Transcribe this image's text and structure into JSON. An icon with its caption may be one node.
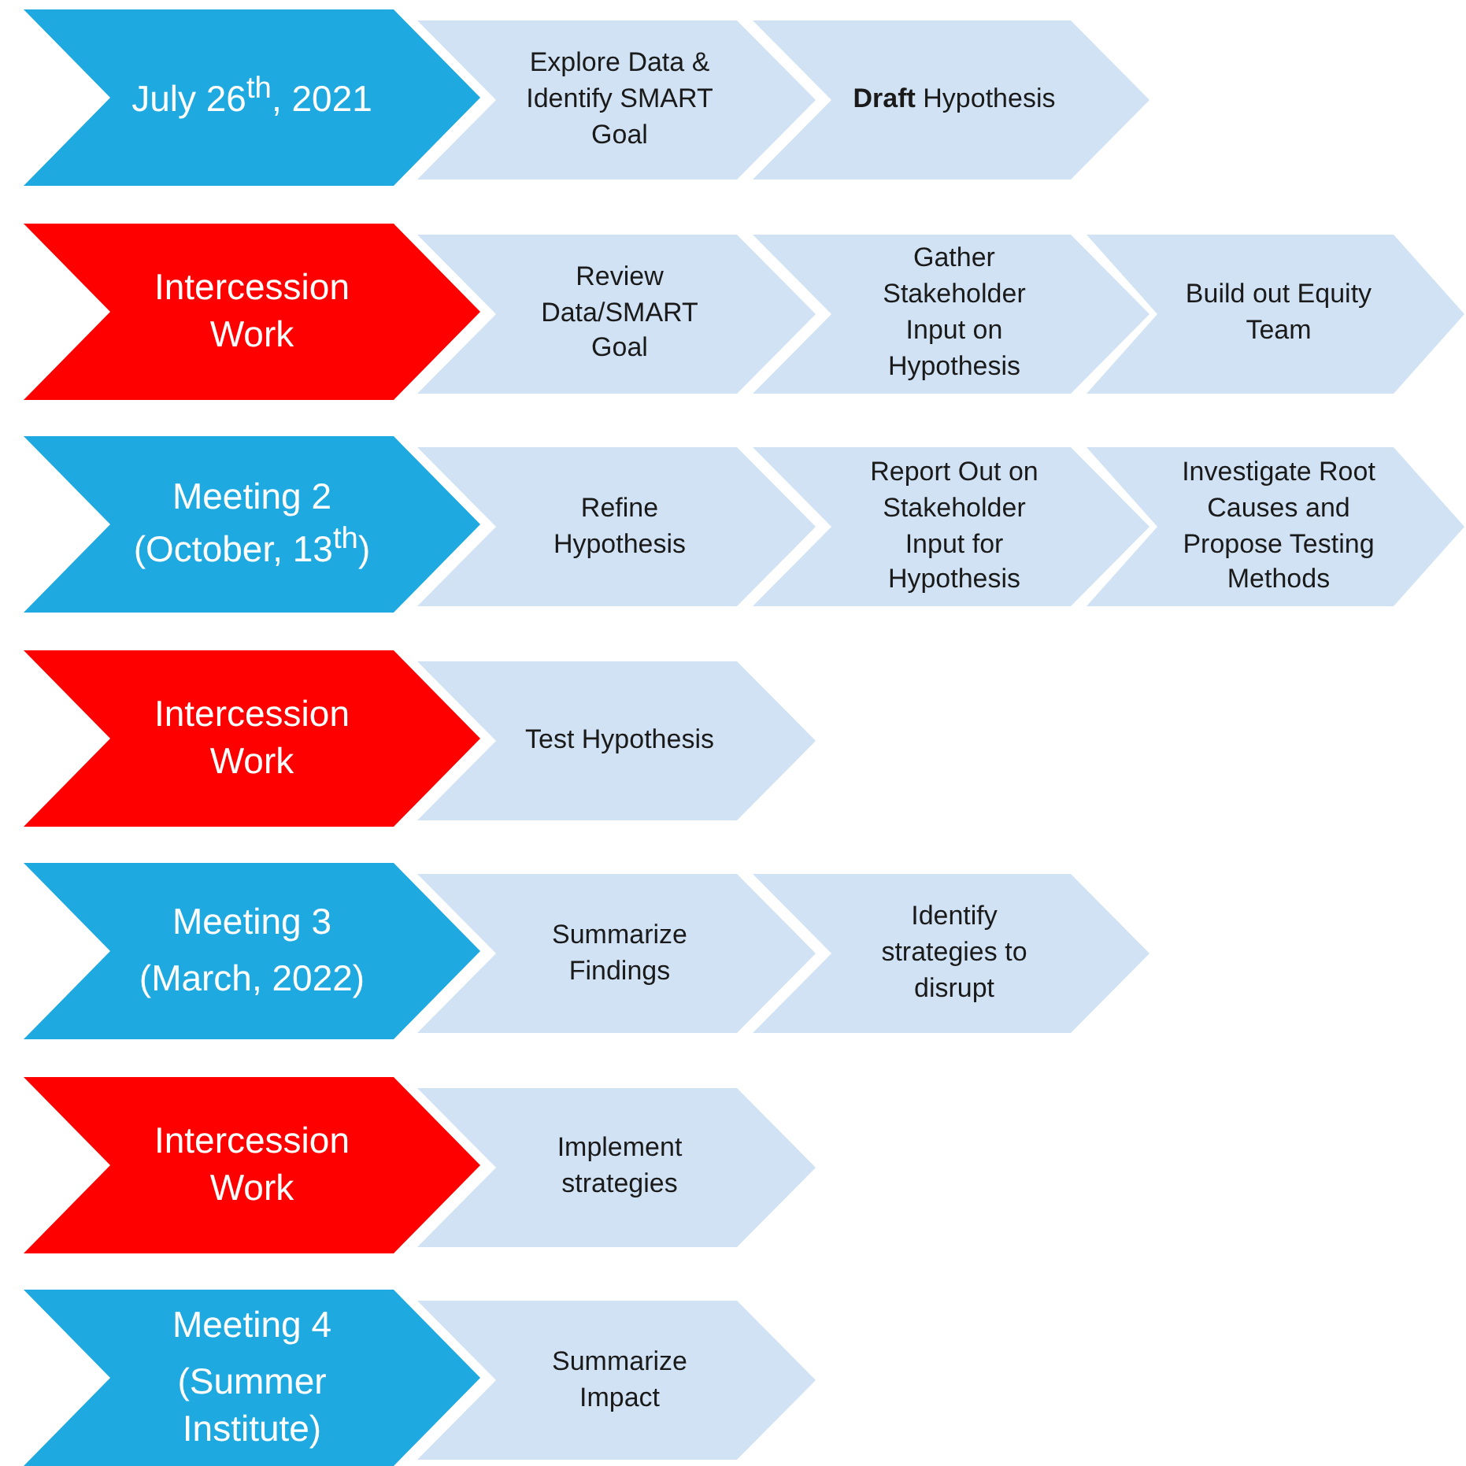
{
  "diagram": {
    "nodes": [
      {
        "text": [
          "July 26$^{th}$, 2021"
        ]
      },
      {
        "text": [
          "Explore Data & Identify SMART Goal"
        ]
      },
      {
        "text": [
          "**Draft** Hypothesis"
        ]
      },
      {
        "text": [
          "Intercession Work"
        ]
      },
      {
        "text": [
          "Review Data/SMART Goal"
        ]
      },
      {
        "text": [
          "Gather Stakeholder Input on Hypothesis"
        ]
      },
      {
        "text": [
          "Build out Equity Team"
        ]
      },
      {
        "text": [
          "Meeting 2 (October, 13$^{th}$)"
        ]
      },
      {
        "text": [
          "Refine Hypothesis"
        ]
      },
      {
        "text": [
          "Report Out on Stakeholder Input for Hypothesis"
        ]
      },
      {
        "text": [
          "Investigate Root Causes and Propose Testing Methods"
        ]
      },
      {
        "text": [
          "Intercession Work"
        ]
      },
      {
        "text": [
          "Test Hypothesis"
        ]
      },
      {
        "text": [
          "Meeting 3",
          "(March, 2022)"
        ]
      },
      {
        "text": [
          "Summarize Findings"
        ]
      },
      {
        "text": [
          "Identify strategies to disrupt"
        ]
      },
      {
        "text": [
          "Intercession Work"
        ]
      },
      {
        "text": [
          "Implement strategies"
        ]
      },
      {
        "text": [
          "Meeting 4",
          "(Summer Institute)"
        ]
      },
      {
        "text": [
          "Summarize Impact"
        ]
      }
    ]
  }
}
